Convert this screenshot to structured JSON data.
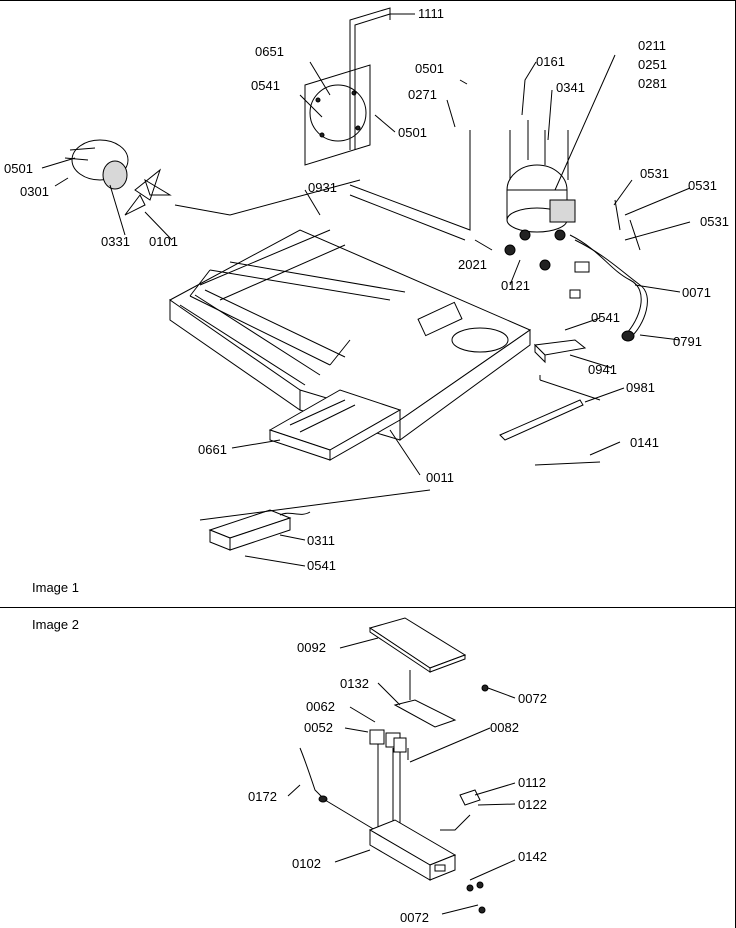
{
  "image1": {
    "title": "Image 1",
    "callouts": [
      "1111",
      "0651",
      "0541",
      "0501",
      "0501",
      "0271",
      "0161",
      "0341",
      "0211",
      "0251",
      "0281",
      "0501",
      "0301",
      "0331",
      "0101",
      "0931",
      "0531",
      "0531",
      "0531",
      "2021",
      "0121",
      "0071",
      "0541",
      "0791",
      "0941",
      "0981",
      "0141",
      "0661",
      "0011",
      "0311",
      "0541"
    ]
  },
  "image2": {
    "title": "Image 2",
    "callouts": [
      "0092",
      "0072",
      "0132",
      "0062",
      "0082",
      "0052",
      "0172",
      "0112",
      "0122",
      "0102",
      "0142",
      "0072"
    ]
  }
}
